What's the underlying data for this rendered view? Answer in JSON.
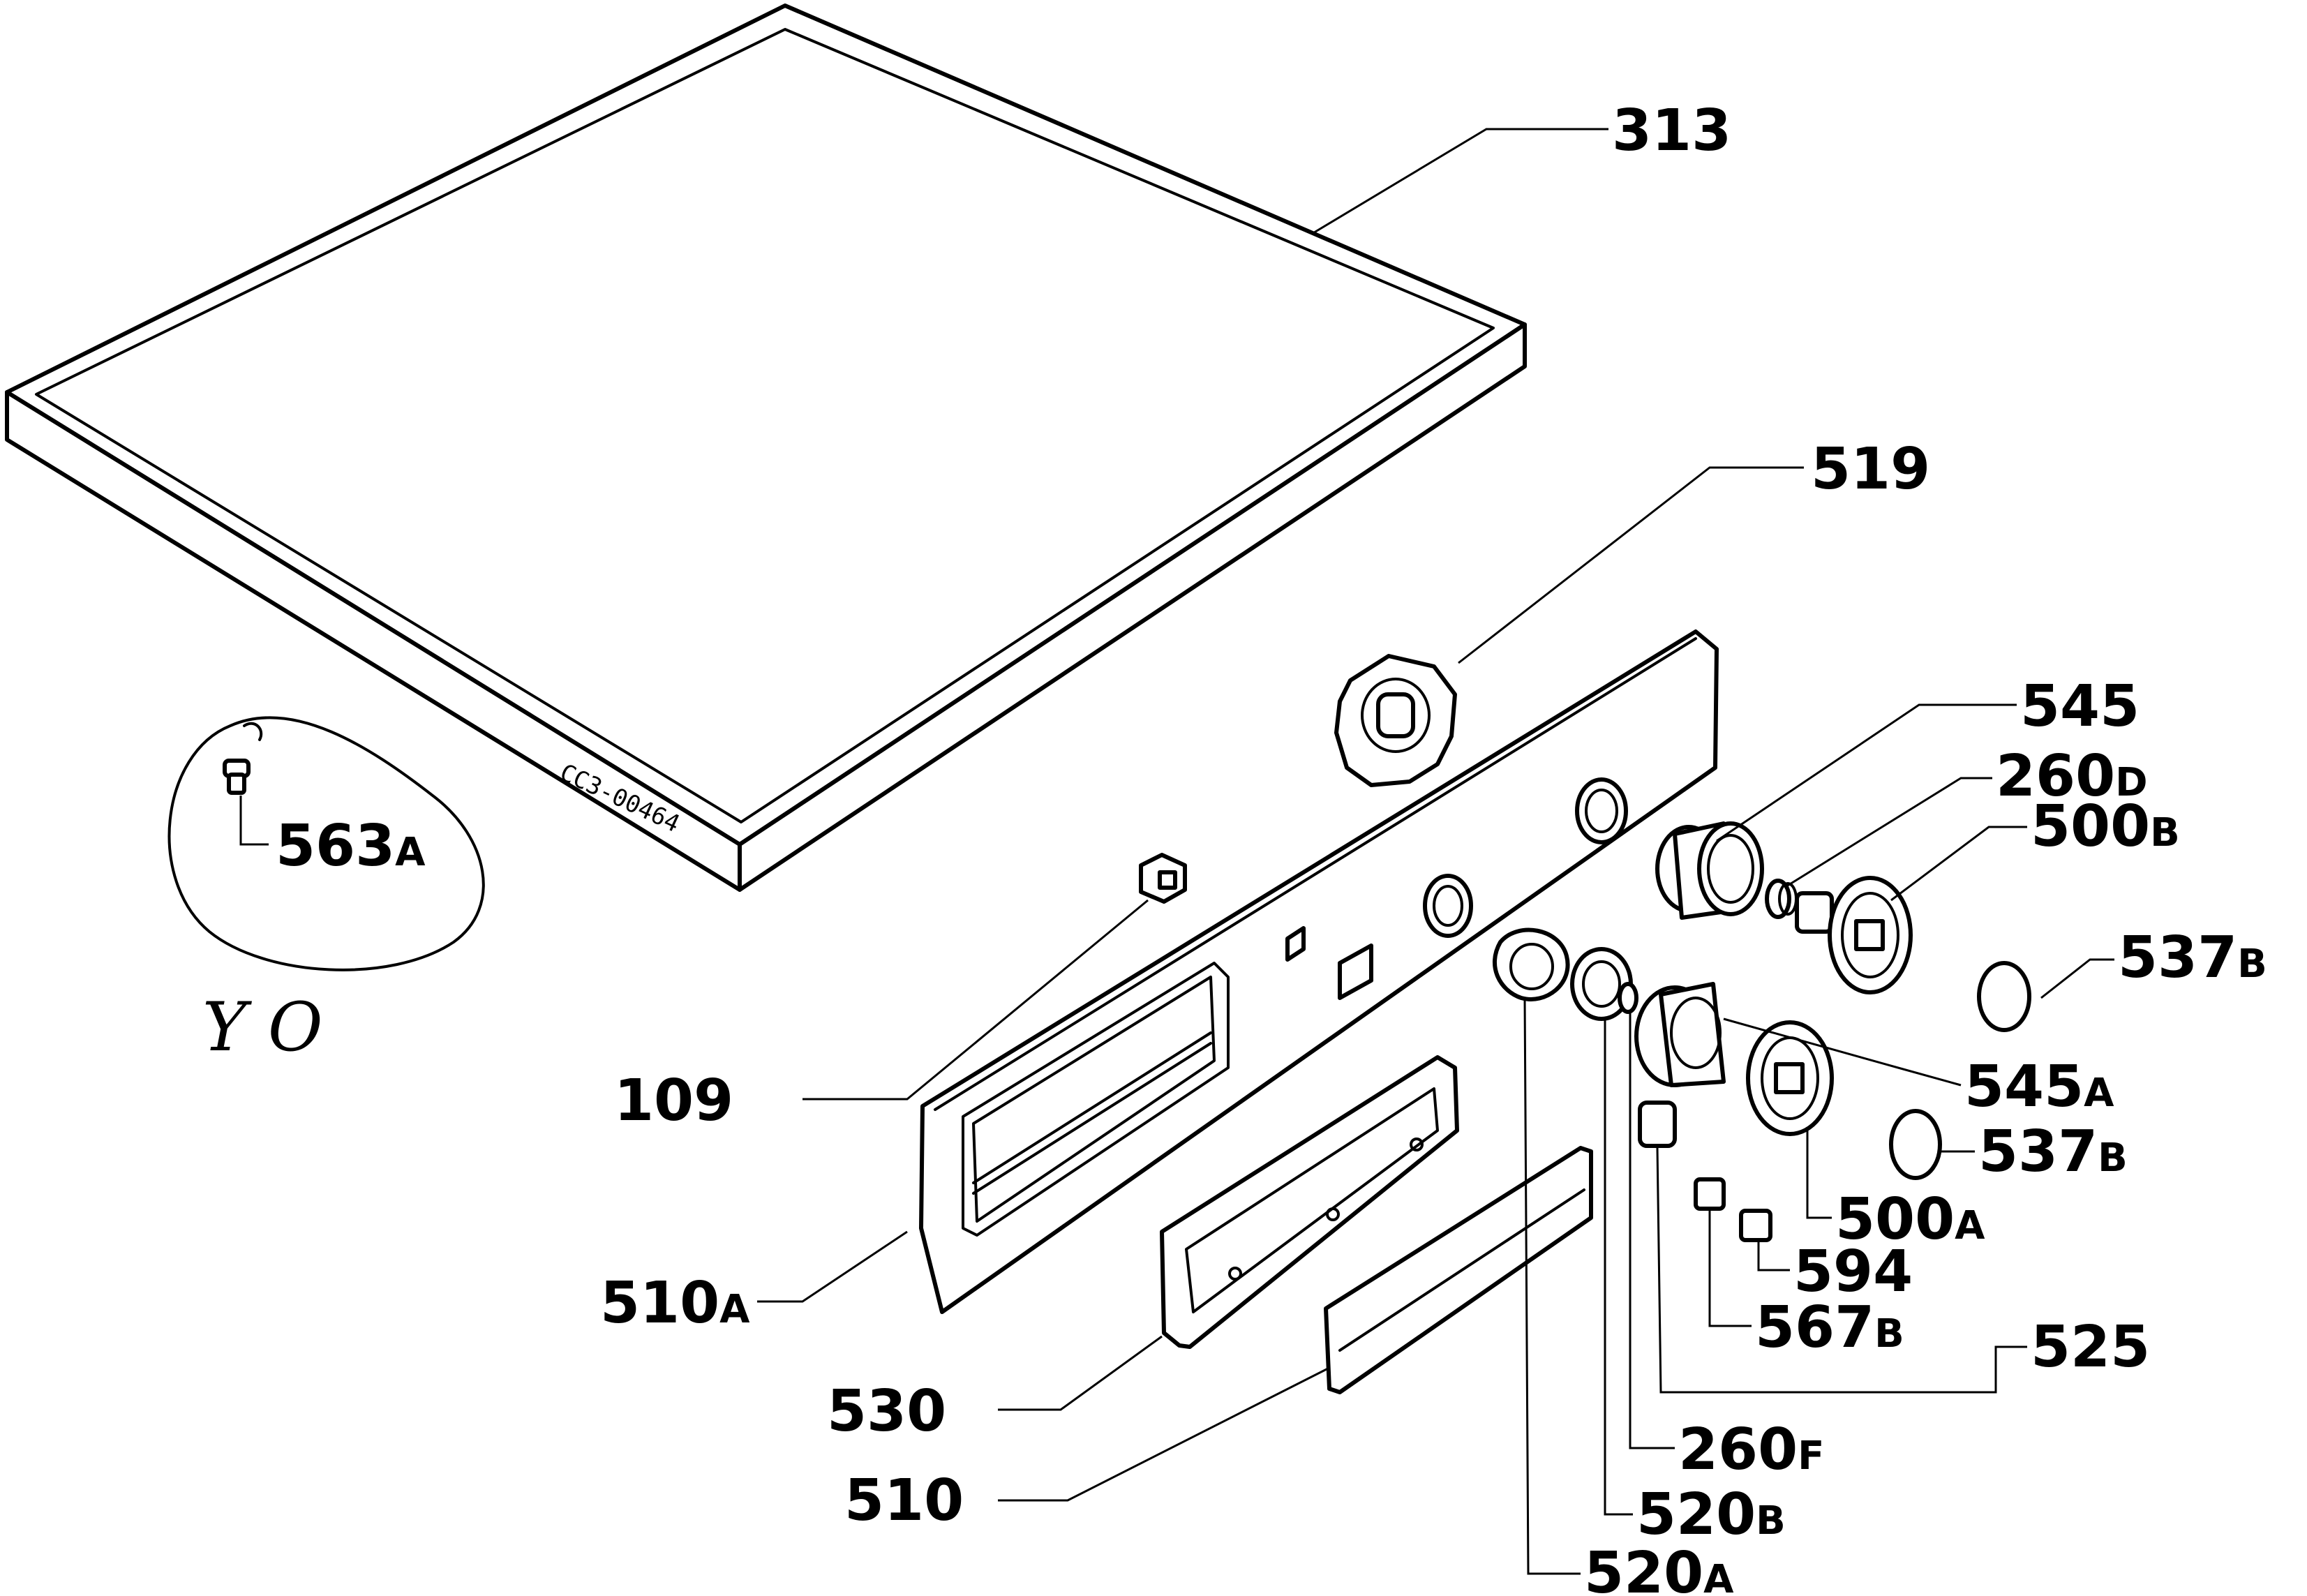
{
  "drawing_code": "CC3-00464",
  "handwritten_note": "Y O",
  "parts": [
    {
      "id": "p313",
      "num": "313",
      "suffix": ""
    },
    {
      "id": "p519",
      "num": "519",
      "suffix": ""
    },
    {
      "id": "p545",
      "num": "545",
      "suffix": ""
    },
    {
      "id": "p260d",
      "num": "260",
      "suffix": "D"
    },
    {
      "id": "p500b",
      "num": "500",
      "suffix": "B"
    },
    {
      "id": "p537b1",
      "num": "537",
      "suffix": "B"
    },
    {
      "id": "p545a",
      "num": "545",
      "suffix": "A"
    },
    {
      "id": "p537b2",
      "num": "537",
      "suffix": "B"
    },
    {
      "id": "p500a",
      "num": "500",
      "suffix": "A"
    },
    {
      "id": "p594",
      "num": "594",
      "suffix": ""
    },
    {
      "id": "p567b",
      "num": "567",
      "suffix": "B"
    },
    {
      "id": "p525",
      "num": "525",
      "suffix": ""
    },
    {
      "id": "p260f",
      "num": "260",
      "suffix": "F"
    },
    {
      "id": "p520b",
      "num": "520",
      "suffix": "B"
    },
    {
      "id": "p520a",
      "num": "520",
      "suffix": "A"
    },
    {
      "id": "p109",
      "num": "109",
      "suffix": ""
    },
    {
      "id": "p510a",
      "num": "510",
      "suffix": "A"
    },
    {
      "id": "p530",
      "num": "530",
      "suffix": ""
    },
    {
      "id": "p510",
      "num": "510",
      "suffix": ""
    },
    {
      "id": "p563a",
      "num": "563",
      "suffix": "A"
    }
  ]
}
